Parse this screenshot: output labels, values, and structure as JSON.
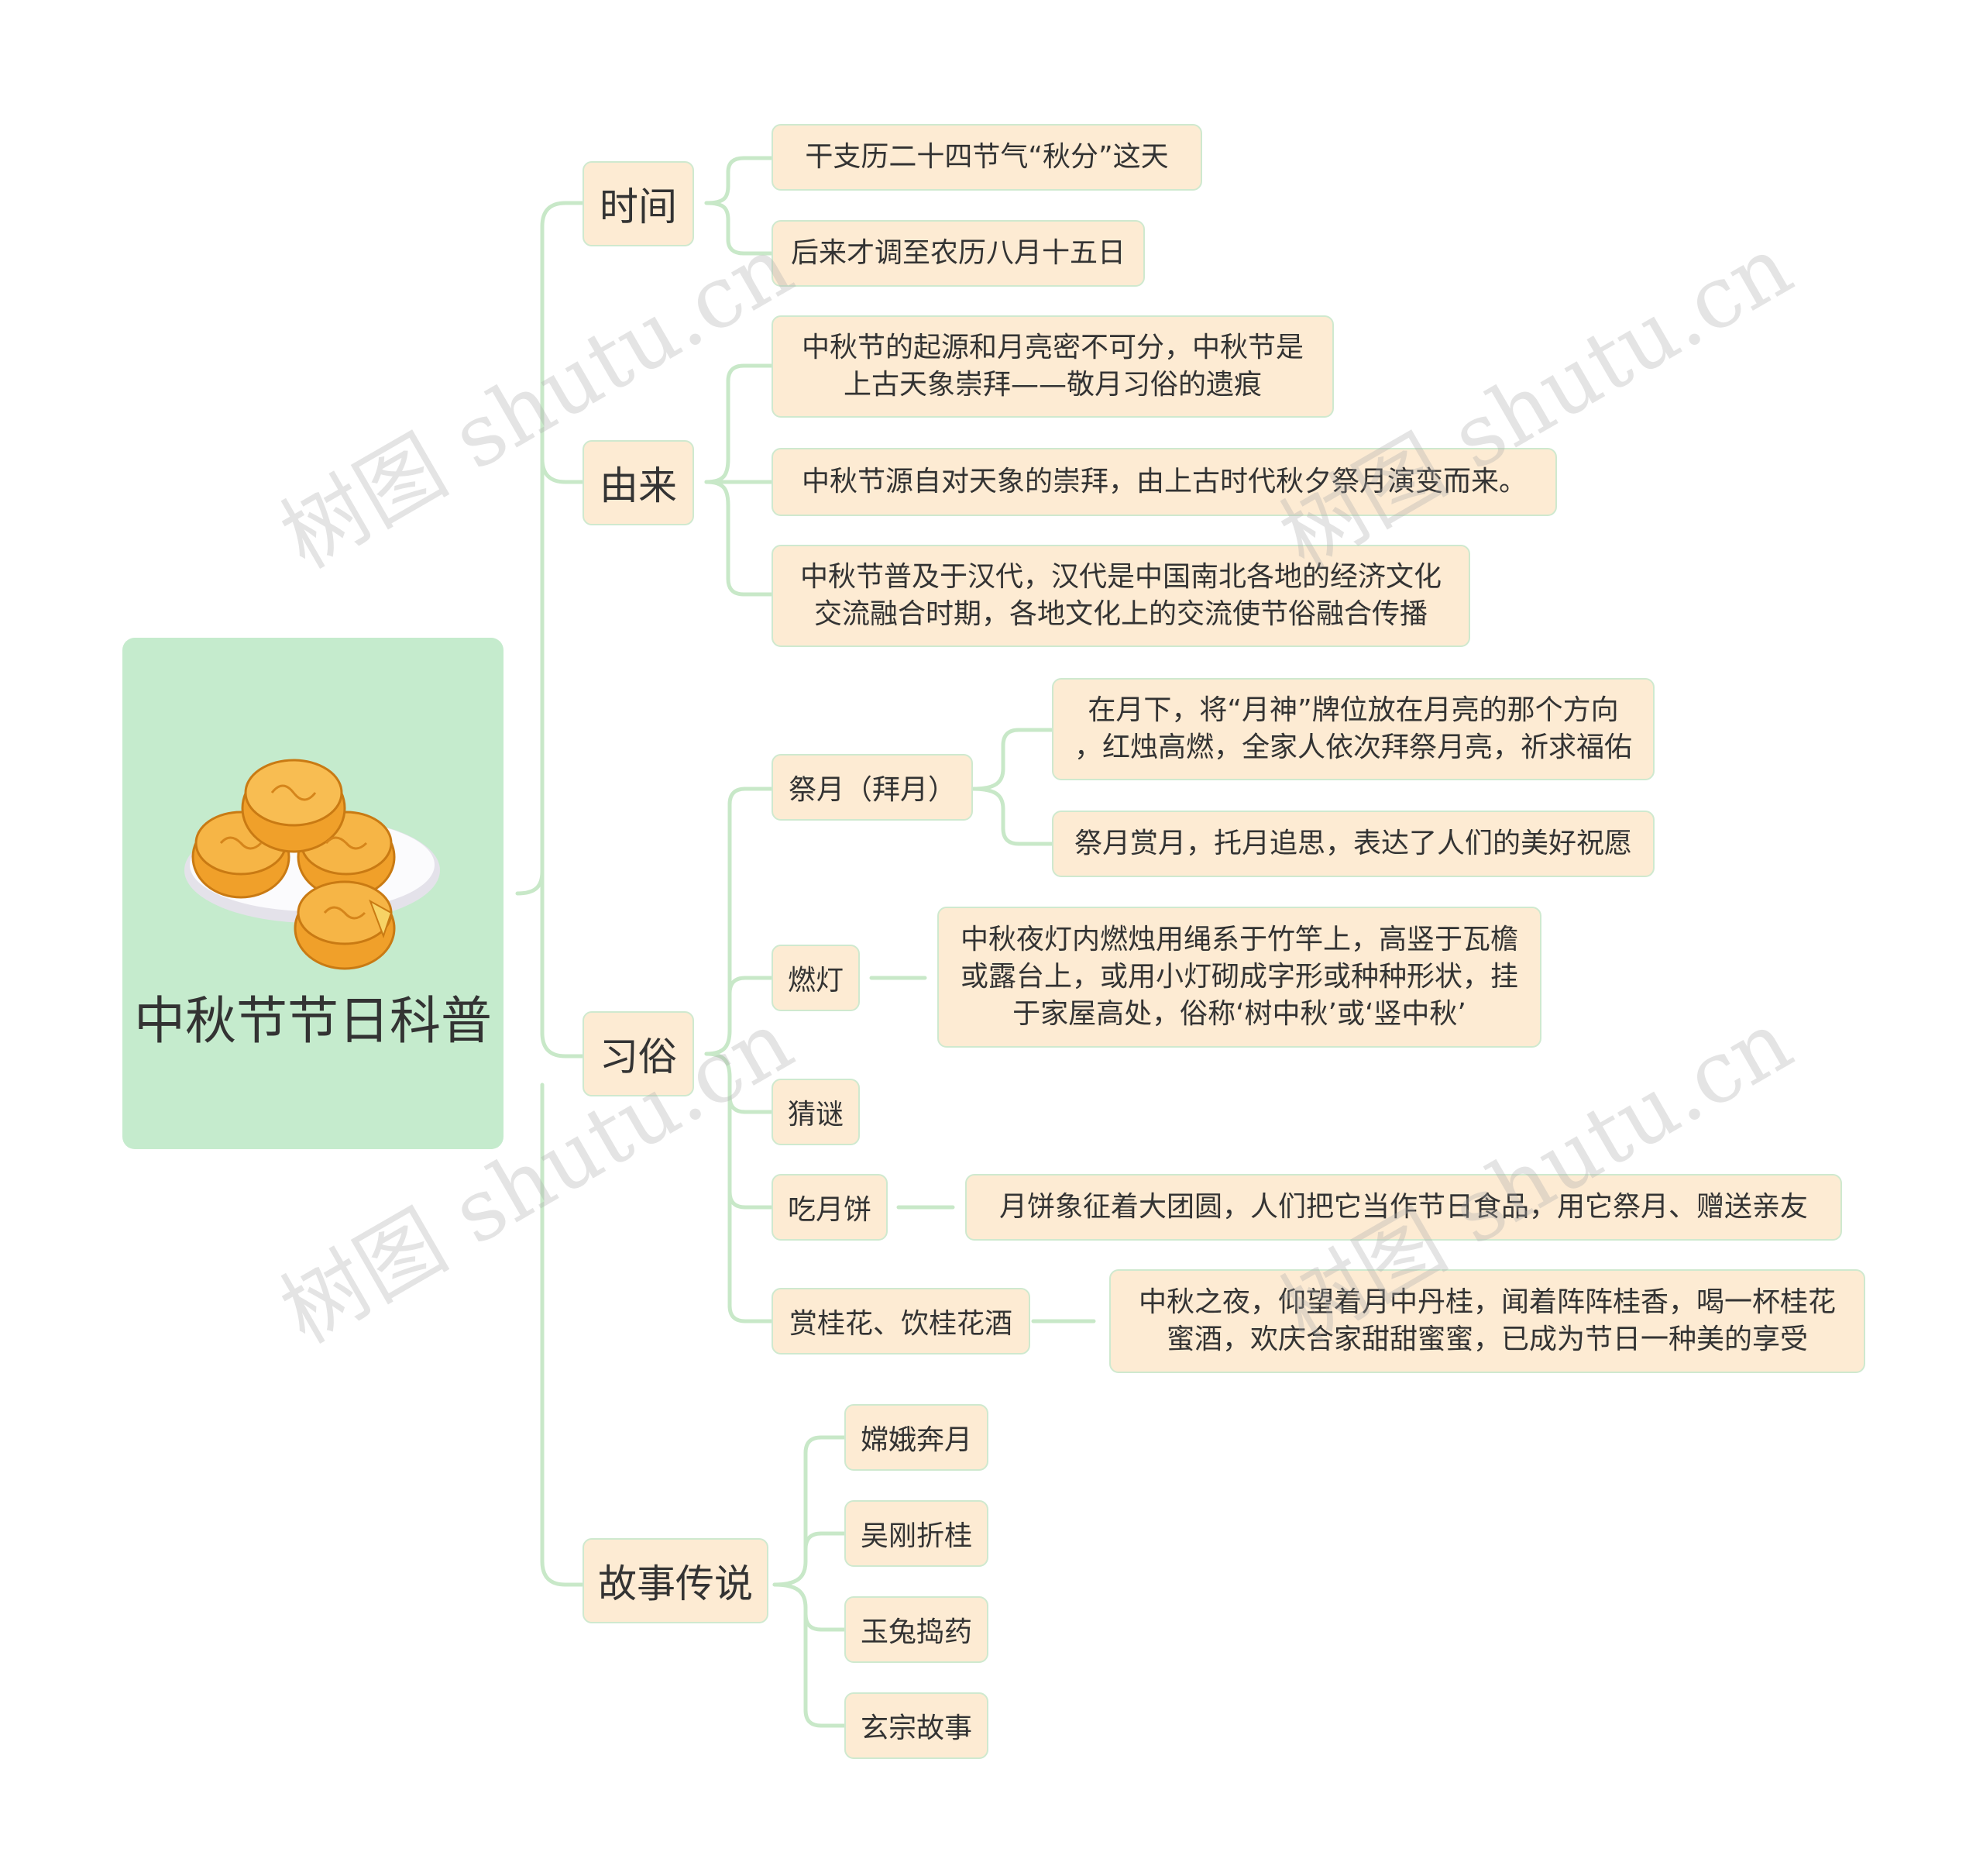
{
  "root": {
    "title": "中秋节节日科普"
  },
  "branches": {
    "time": {
      "label": "时间",
      "items": [
        "干支历二十四节气“秋分”这天",
        "后来才调至农历八月十五日"
      ]
    },
    "origin": {
      "label": "由来",
      "items": [
        "中秋节的起源和月亮密不可分，中秋节是\n上古天象崇拜——敬月习俗的遗痕",
        "中秋节源自对天象的崇拜，由上古时代秋夕祭月演变而来。",
        "中秋节普及于汉代，汉代是中国南北各地的经济文化\n交流融合时期，各地文化上的交流使节俗融合传播"
      ]
    },
    "customs": {
      "label": "习俗",
      "items": [
        {
          "label": "祭月（拜月）",
          "details": [
            "在月下，将“月神”牌位放在月亮的那个方向\n，红烛高燃，全家人依次拜祭月亮，祈求福佑",
            "祭月赏月，托月追思，表达了人们的美好祝愿"
          ]
        },
        {
          "label": "燃灯",
          "details": [
            "中秋夜灯内燃烛用绳系于竹竿上，高竖于瓦檐\n或露台上，或用小灯砌成字形或种种形状，挂\n于家屋高处，俗称‘树中秋’或‘竖中秋’"
          ]
        },
        {
          "label": "猜谜",
          "details": []
        },
        {
          "label": "吃月饼",
          "details": [
            "月饼象征着大团圆，人们把它当作节日食品，用它祭月、赠送亲友"
          ]
        },
        {
          "label": "赏桂花、饮桂花酒",
          "details": [
            "中秋之夜，仰望着月中丹桂，闻着阵阵桂香，喝一杯桂花\n蜜酒，欢庆合家甜甜蜜蜜，已成为节日一种美的享受"
          ]
        }
      ]
    },
    "legends": {
      "label": "故事传说",
      "items": [
        "嫦娥奔月",
        "吴刚折桂",
        "玉兔捣药",
        "玄宗故事"
      ]
    }
  },
  "watermark": "树图 shutu.cn",
  "colors": {
    "root_fill": "#c5ebcd",
    "node_fill": "#fdebd3",
    "node_border": "#cfe9cf",
    "connector": "#c8e8c8",
    "text": "#333333"
  }
}
